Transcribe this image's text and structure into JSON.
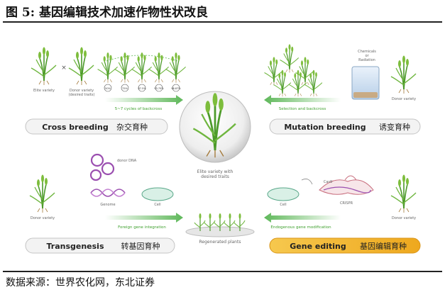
{
  "header": {
    "figure_title": "图 5:  基因编辑技术加速作物性状改良"
  },
  "footer": {
    "source": "数据来源：世界农化网，东北证券"
  },
  "center": {
    "caption1": "Elite variety with",
    "caption2": "desired traits"
  },
  "cross_breeding": {
    "label_en": "Cross breeding",
    "label_zh": "杂交育种",
    "parent1": "Elite variety",
    "times": "×",
    "parent2_line1": "Donor variety",
    "parent2_line2": "(desired traits)",
    "cycles": "5~7 cycles of backcross",
    "badges": [
      "50%",
      "75%",
      "87.5%",
      "93.75%",
      "96.87%"
    ]
  },
  "mutation_breeding": {
    "label_en": "Mutation breeding",
    "label_zh": "诱变育种",
    "agent_line1": "Chemicals",
    "agent_line2": "or",
    "agent_line3": "Radiation",
    "donor": "Donor variety",
    "selection": "Selection and backcross"
  },
  "transgenesis": {
    "label_en": "Transgenesis",
    "label_zh": "转基因育种",
    "donor_dna": "donor DNA",
    "genome": "Genome",
    "cell": "Cell",
    "donor": "Donor variety",
    "integration": "Foreign gene integration"
  },
  "gene_editing": {
    "label_en": "Gene editing",
    "label_zh": "基因编辑育种",
    "cell": "Cell",
    "crispr": "CRISPR",
    "guide": "Cas9",
    "donor": "Donor variety",
    "modification": "Endogenous gene modification",
    "regenerated": "Regenerated plants"
  },
  "colors": {
    "plant_green": "#4c9a2a",
    "arrow_green": "#7cc576",
    "gene_editing_pill": "#f2b632",
    "dna_purple": "#9b4fb0"
  }
}
